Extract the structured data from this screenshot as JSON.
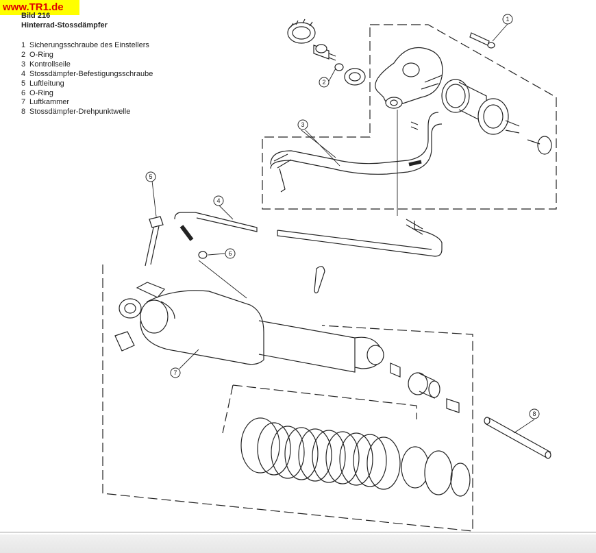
{
  "site": {
    "label": "www.TR1.de"
  },
  "figure": {
    "number": "Bild 216",
    "title": "Hinterrad-Stossdämpfer"
  },
  "legend": [
    {
      "n": "1",
      "text": "Sicherungsschraube des Einstellers"
    },
    {
      "n": "2",
      "text": "O-Ring"
    },
    {
      "n": "3",
      "text": "Kontrollseile"
    },
    {
      "n": "4",
      "text": "Stossdämpfer-Befestigungsschraube"
    },
    {
      "n": "5",
      "text": "Luftleitung"
    },
    {
      "n": "6",
      "text": "O-Ring"
    },
    {
      "n": "7",
      "text": "Luftkammer"
    },
    {
      "n": "8",
      "text": "Stossdämpfer-Drehpunktwelle"
    }
  ],
  "callouts": [
    "1",
    "2",
    "3",
    "4",
    "5",
    "6",
    "7",
    "8"
  ],
  "colors": {
    "badge_bg": "#ffff00",
    "badge_text": "#e00000",
    "ink": "#222222"
  }
}
